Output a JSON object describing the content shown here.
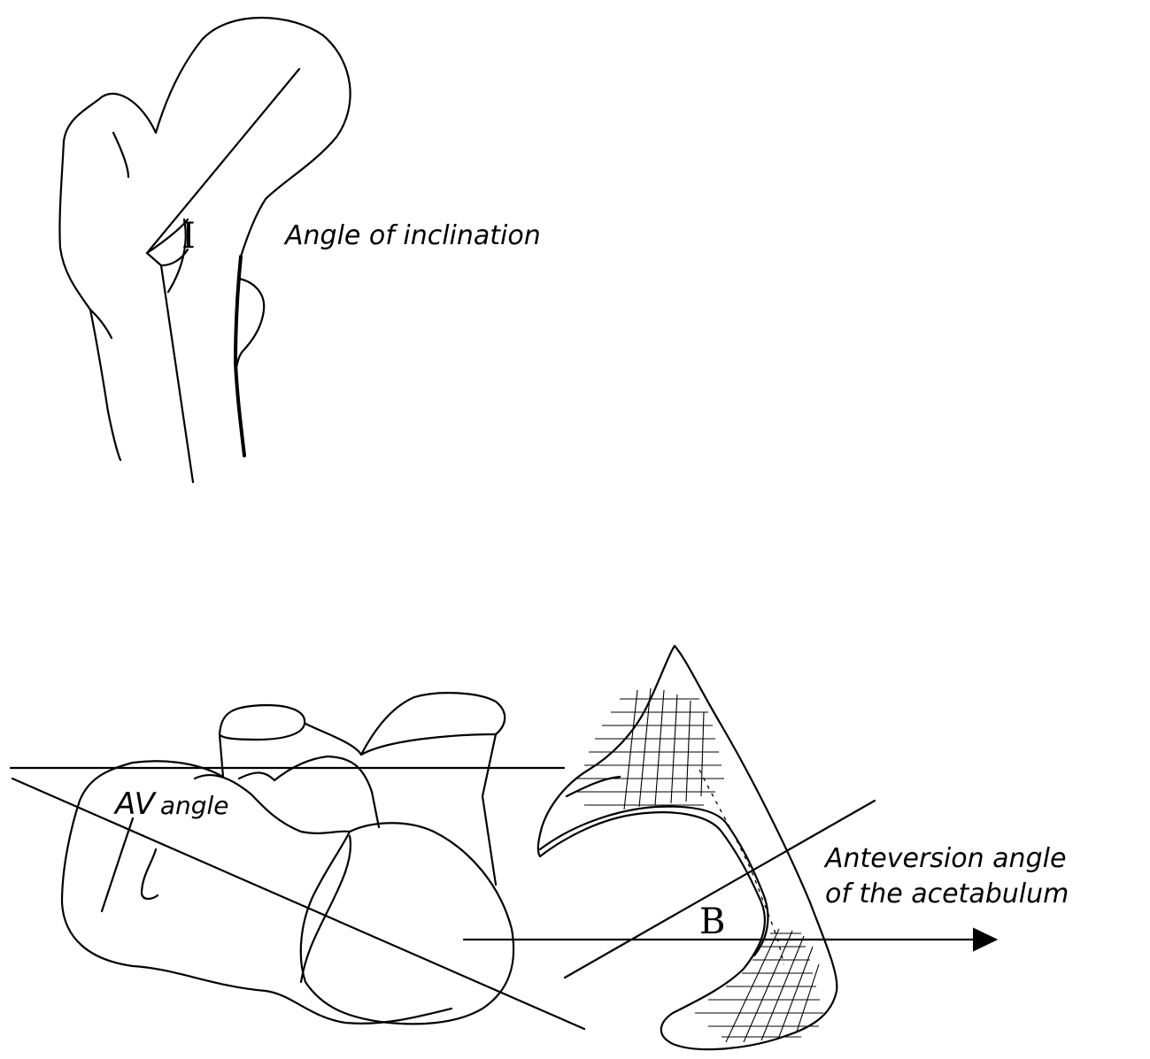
{
  "labels": {
    "inclination_symbol": "I",
    "inclination_text": "Angle of inclination",
    "av_angle": "AV angle",
    "av_angle_a": "AV",
    "av_angle_b": "angle",
    "b_symbol": "B",
    "anteversion_line1": "Anteversion angle",
    "anteversion_line2": "of the acetabulum"
  },
  "icons": {
    "arrow": "arrow-right-icon"
  },
  "colors": {
    "ink": "#000000",
    "paper": "#ffffff"
  }
}
